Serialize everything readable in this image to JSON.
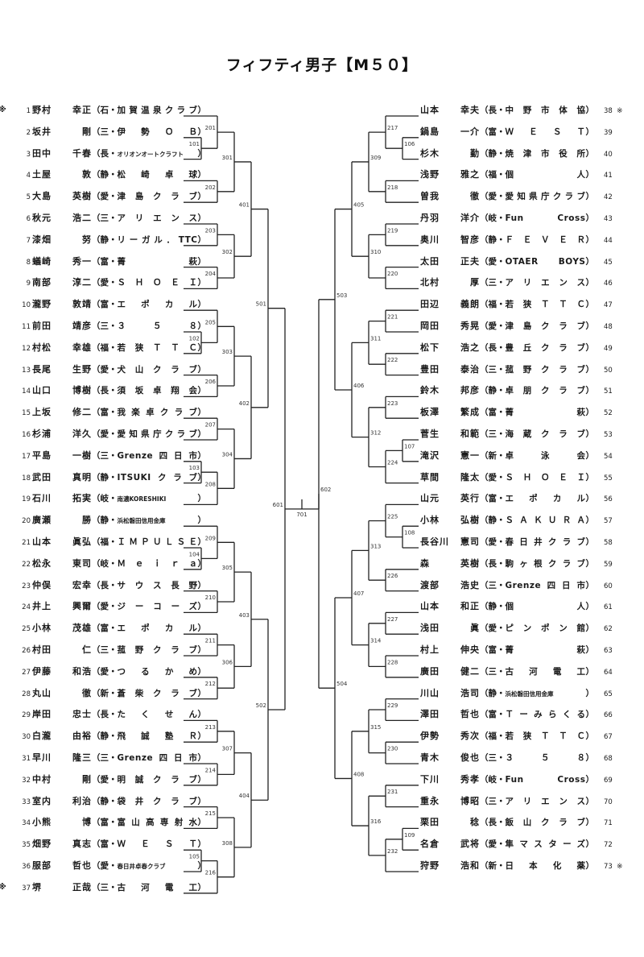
{
  "title": "フィフティ男子【M５０】",
  "left_players": [
    {
      "seed": "1",
      "family": "野村",
      "given": "幸正",
      "pref": "石",
      "club": "加賀温泉クラブ",
      "edge_mark": "※"
    },
    {
      "seed": "2",
      "family": "坂井",
      "given": "剛",
      "pref": "三",
      "club": "伊勢ＯＢ"
    },
    {
      "seed": "3",
      "family": "田中",
      "given": "千春",
      "pref": "長",
      "club": "オリオンオートクラフト",
      "small": true
    },
    {
      "seed": "4",
      "family": "土屋",
      "given": "敦",
      "pref": "静",
      "club": "松崎卓球"
    },
    {
      "seed": "5",
      "family": "大島",
      "given": "英樹",
      "pref": "愛",
      "club": "津島クラブ"
    },
    {
      "seed": "6",
      "family": "秋元",
      "given": "浩二",
      "pref": "三",
      "club": "アリエンス"
    },
    {
      "seed": "7",
      "family": "漆畑",
      "given": "努",
      "pref": "静",
      "club": "リーガル．TTC"
    },
    {
      "seed": "8",
      "family": "蟻崎",
      "given": "秀一",
      "pref": "富",
      "club": "菁萩"
    },
    {
      "seed": "9",
      "family": "南部",
      "given": "淳二",
      "pref": "愛",
      "club": "ＳＨＯＥＩ"
    },
    {
      "seed": "10",
      "family": "瀧野",
      "given": "敦靖",
      "pref": "富",
      "club": "エポカル"
    },
    {
      "seed": "11",
      "family": "前田",
      "given": "靖彦",
      "pref": "三",
      "club": "３５８"
    },
    {
      "seed": "12",
      "family": "村松",
      "given": "幸雄",
      "pref": "福",
      "club": "若狭ＴＴＣ"
    },
    {
      "seed": "13",
      "family": "長尾",
      "given": "生野",
      "pref": "愛",
      "club": "犬山クラブ"
    },
    {
      "seed": "14",
      "family": "山口",
      "given": "博樹",
      "pref": "長",
      "club": "須坂卓翔会"
    },
    {
      "seed": "15",
      "family": "上坂",
      "given": "修二",
      "pref": "富",
      "club": "我楽卓クラブ"
    },
    {
      "seed": "16",
      "family": "杉浦",
      "given": "洋久",
      "pref": "愛",
      "club": "愛知県庁クラブ"
    },
    {
      "seed": "17",
      "family": "平島",
      "given": "一樹",
      "pref": "三",
      "club": "Grenze四日市"
    },
    {
      "seed": "18",
      "family": "武田",
      "given": "真明",
      "pref": "静",
      "club": "ITSUKIクラブ"
    },
    {
      "seed": "19",
      "family": "石川",
      "given": "拓実",
      "pref": "岐",
      "club": "南濃KORESHIKI",
      "small": true
    },
    {
      "seed": "20",
      "family": "廣瀬",
      "given": "勝",
      "pref": "静",
      "club": "浜松磐田信用金庫",
      "small": true
    },
    {
      "seed": "21",
      "family": "山本",
      "given": "眞弘",
      "pref": "福",
      "club": "ＩＭＰＵＬＳＥ"
    },
    {
      "seed": "22",
      "family": "松永",
      "given": "東司",
      "pref": "岐",
      "club": "Ｍｅｉｒａ"
    },
    {
      "seed": "23",
      "family": "仲俣",
      "given": "宏幸",
      "pref": "長",
      "club": "サウス長野"
    },
    {
      "seed": "24",
      "family": "井上",
      "given": "興爾",
      "pref": "愛",
      "club": "ジーコーズ"
    },
    {
      "seed": "25",
      "family": "小林",
      "given": "茂雄",
      "pref": "富",
      "club": "エポカル"
    },
    {
      "seed": "26",
      "family": "村田",
      "given": "仁",
      "pref": "三",
      "club": "菰野クラブ"
    },
    {
      "seed": "27",
      "family": "伊藤",
      "given": "和浩",
      "pref": "愛",
      "club": "つるかめ"
    },
    {
      "seed": "28",
      "family": "丸山",
      "given": "徹",
      "pref": "新",
      "club": "蒼柴クラブ"
    },
    {
      "seed": "29",
      "family": "岸田",
      "given": "忠士",
      "pref": "長",
      "club": "たくせん"
    },
    {
      "seed": "30",
      "family": "白瀧",
      "given": "由裕",
      "pref": "静",
      "club": "飛誠塾Ｒ"
    },
    {
      "seed": "31",
      "family": "早川",
      "given": "隆三",
      "pref": "三",
      "club": "Grenze四日市"
    },
    {
      "seed": "32",
      "family": "中村",
      "given": "剛",
      "pref": "愛",
      "club": "明誠クラブ"
    },
    {
      "seed": "33",
      "family": "室内",
      "given": "利治",
      "pref": "静",
      "club": "袋井クラブ"
    },
    {
      "seed": "34",
      "family": "小熊",
      "given": "博",
      "pref": "富",
      "club": "富山高専射水"
    },
    {
      "seed": "35",
      "family": "畑野",
      "given": "真志",
      "pref": "富",
      "club": "ＷＥＳＴ"
    },
    {
      "seed": "36",
      "family": "服部",
      "given": "哲也",
      "pref": "愛",
      "club": "春日井卓春クラブ",
      "small": true
    },
    {
      "seed": "37",
      "family": "堺",
      "given": "正哉",
      "pref": "三",
      "club": "古河電工",
      "edge_mark": "※"
    }
  ],
  "right_players": [
    {
      "seed": "38",
      "family": "山本",
      "given": "幸夫",
      "pref": "長",
      "club": "中野市体協",
      "mark": "※"
    },
    {
      "seed": "39",
      "family": "鍋島",
      "given": "一介",
      "pref": "富",
      "club": "ＷＥＳＴ"
    },
    {
      "seed": "40",
      "family": "杉木",
      "given": "勤",
      "pref": "静",
      "club": "焼津市役所"
    },
    {
      "seed": "41",
      "family": "浅野",
      "given": "雅之",
      "pref": "福",
      "club": "個人"
    },
    {
      "seed": "42",
      "family": "曽我",
      "given": "徹",
      "pref": "愛",
      "club": "愛知県庁クラブ"
    },
    {
      "seed": "43",
      "family": "丹羽",
      "given": "洋介",
      "pref": "岐",
      "club": "Fun Cross"
    },
    {
      "seed": "44",
      "family": "奥川",
      "given": "智彦",
      "pref": "静",
      "club": "ＦＥＶＥＲ"
    },
    {
      "seed": "45",
      "family": "太田",
      "given": "正夫",
      "pref": "愛",
      "club": "OTAER BOYS"
    },
    {
      "seed": "46",
      "family": "北村",
      "given": "厚",
      "pref": "三",
      "club": "アリエンス"
    },
    {
      "seed": "47",
      "family": "田辺",
      "given": "義朗",
      "pref": "福",
      "club": "若狭ＴＴＣ"
    },
    {
      "seed": "48",
      "family": "岡田",
      "given": "秀晃",
      "pref": "愛",
      "club": "津島クラブ"
    },
    {
      "seed": "49",
      "family": "松下",
      "given": "浩之",
      "pref": "長",
      "club": "豊丘クラブ"
    },
    {
      "seed": "50",
      "family": "豊田",
      "given": "泰治",
      "pref": "三",
      "club": "菰野クラブ"
    },
    {
      "seed": "51",
      "family": "鈴木",
      "given": "邦彦",
      "pref": "静",
      "club": "卓朋クラブ"
    },
    {
      "seed": "52",
      "family": "板澤",
      "given": "繁成",
      "pref": "富",
      "club": "菁萩"
    },
    {
      "seed": "53",
      "family": "菅生",
      "given": "和範",
      "pref": "三",
      "club": "海蔵クラブ"
    },
    {
      "seed": "54",
      "family": "滝沢",
      "given": "憲一",
      "pref": "新",
      "club": "卓泳会"
    },
    {
      "seed": "55",
      "family": "草間",
      "given": "隆太",
      "pref": "愛",
      "club": "ＳＨＯＥＩ"
    },
    {
      "seed": "56",
      "family": "山元",
      "given": "英行",
      "pref": "富",
      "club": "エポカル"
    },
    {
      "seed": "57",
      "family": "小林",
      "given": "弘樹",
      "pref": "静",
      "club": "ＳＡＫＵＲＡ"
    },
    {
      "seed": "58",
      "family": "長谷川",
      "given": "憲司",
      "pref": "愛",
      "club": "春日井クラブ"
    },
    {
      "seed": "59",
      "family": "森",
      "given": "英樹",
      "pref": "長",
      "club": "駒ヶ根クラブ"
    },
    {
      "seed": "60",
      "family": "渡部",
      "given": "浩史",
      "pref": "三",
      "club": "Grenze四日市"
    },
    {
      "seed": "61",
      "family": "山本",
      "given": "和正",
      "pref": "静",
      "club": "個人"
    },
    {
      "seed": "62",
      "family": "浅田",
      "given": "眞",
      "pref": "愛",
      "club": "ピンポン館"
    },
    {
      "seed": "63",
      "family": "村上",
      "given": "伸央",
      "pref": "富",
      "club": "菁萩"
    },
    {
      "seed": "64",
      "family": "廣田",
      "given": "健二",
      "pref": "三",
      "club": "古河電工"
    },
    {
      "seed": "65",
      "family": "川山",
      "given": "浩司",
      "pref": "静",
      "club": "浜松磐田信用金庫",
      "small": true
    },
    {
      "seed": "66",
      "family": "澤田",
      "given": "哲也",
      "pref": "富",
      "club": "Ｔーみらくる"
    },
    {
      "seed": "67",
      "family": "伊勢",
      "given": "秀次",
      "pref": "福",
      "club": "若狭ＴＴＣ"
    },
    {
      "seed": "68",
      "family": "青木",
      "given": "俊也",
      "pref": "三",
      "club": "３５８"
    },
    {
      "seed": "69",
      "family": "下川",
      "given": "秀孝",
      "pref": "岐",
      "club": "Fun Cross"
    },
    {
      "seed": "70",
      "family": "重永",
      "given": "博昭",
      "pref": "三",
      "club": "アリエンス"
    },
    {
      "seed": "71",
      "family": "栗田",
      "given": "稔",
      "pref": "長",
      "club": "飯山クラブ"
    },
    {
      "seed": "72",
      "family": "名倉",
      "given": "武将",
      "pref": "愛",
      "club": "隼マスターズ"
    },
    {
      "seed": "73",
      "family": "狩野",
      "given": "浩和",
      "pref": "新",
      "club": "日本化薬",
      "mark": "※"
    }
  ],
  "matches": {
    "left": [
      {
        "id": "101",
        "a": "p2",
        "b": "p3"
      },
      {
        "id": "102",
        "a": "p11",
        "b": "p12"
      },
      {
        "id": "103",
        "a": "p17",
        "b": "p18"
      },
      {
        "id": "104",
        "a": "p21",
        "b": "p22"
      },
      {
        "id": "105",
        "a": "p35",
        "b": "p36"
      },
      {
        "id": "201",
        "a": "p1",
        "b": "m101"
      },
      {
        "id": "202",
        "a": "p4",
        "b": "p5"
      },
      {
        "id": "203",
        "a": "p6",
        "b": "p7"
      },
      {
        "id": "204",
        "a": "p8",
        "b": "p9"
      },
      {
        "id": "205",
        "a": "p10",
        "b": "m102"
      },
      {
        "id": "206",
        "a": "p13",
        "b": "p14"
      },
      {
        "id": "207",
        "a": "p15",
        "b": "p16"
      },
      {
        "id": "208",
        "a": "m103",
        "b": "p19"
      },
      {
        "id": "209",
        "a": "p20",
        "b": "m104"
      },
      {
        "id": "210",
        "a": "p23",
        "b": "p24"
      },
      {
        "id": "211",
        "a": "p25",
        "b": "p26"
      },
      {
        "id": "212",
        "a": "p27",
        "b": "p28"
      },
      {
        "id": "213",
        "a": "p29",
        "b": "p30"
      },
      {
        "id": "214",
        "a": "p31",
        "b": "p32"
      },
      {
        "id": "215",
        "a": "p33",
        "b": "p34"
      },
      {
        "id": "216",
        "a": "m105",
        "b": "p37"
      },
      {
        "id": "301",
        "a": "m201",
        "b": "m202"
      },
      {
        "id": "302",
        "a": "m203",
        "b": "m204"
      },
      {
        "id": "303",
        "a": "m205",
        "b": "m206"
      },
      {
        "id": "304",
        "a": "m207",
        "b": "m208"
      },
      {
        "id": "305",
        "a": "m209",
        "b": "m210"
      },
      {
        "id": "306",
        "a": "m211",
        "b": "m212"
      },
      {
        "id": "307",
        "a": "m213",
        "b": "m214"
      },
      {
        "id": "308",
        "a": "m215",
        "b": "m216"
      },
      {
        "id": "401",
        "a": "m301",
        "b": "m302"
      },
      {
        "id": "402",
        "a": "m303",
        "b": "m304"
      },
      {
        "id": "403",
        "a": "m305",
        "b": "m306"
      },
      {
        "id": "404",
        "a": "m307",
        "b": "m308"
      },
      {
        "id": "501",
        "a": "m401",
        "b": "m402"
      },
      {
        "id": "502",
        "a": "m403",
        "b": "m404"
      },
      {
        "id": "601",
        "a": "m501",
        "b": "m502"
      }
    ],
    "right": [
      {
        "id": "106",
        "a": "p39",
        "b": "p40"
      },
      {
        "id": "107",
        "a": "p53",
        "b": "p54"
      },
      {
        "id": "108",
        "a": "p57",
        "b": "p58"
      },
      {
        "id": "109",
        "a": "p71",
        "b": "p72"
      },
      {
        "id": "217",
        "a": "p38",
        "b": "m106"
      },
      {
        "id": "218",
        "a": "p41",
        "b": "p42"
      },
      {
        "id": "219",
        "a": "p43",
        "b": "p44"
      },
      {
        "id": "220",
        "a": "p45",
        "b": "p46"
      },
      {
        "id": "221",
        "a": "p47",
        "b": "p48"
      },
      {
        "id": "222",
        "a": "p49",
        "b": "p50"
      },
      {
        "id": "223",
        "a": "p51",
        "b": "p52"
      },
      {
        "id": "224",
        "a": "m107",
        "b": "p55"
      },
      {
        "id": "225",
        "a": "p56",
        "b": "m108"
      },
      {
        "id": "226",
        "a": "p59",
        "b": "p60"
      },
      {
        "id": "227",
        "a": "p61",
        "b": "p62"
      },
      {
        "id": "228",
        "a": "p63",
        "b": "p64"
      },
      {
        "id": "229",
        "a": "p65",
        "b": "p66"
      },
      {
        "id": "230",
        "a": "p67",
        "b": "p68"
      },
      {
        "id": "231",
        "a": "p69",
        "b": "p70"
      },
      {
        "id": "232",
        "a": "m109",
        "b": "p73"
      },
      {
        "id": "309",
        "a": "m217",
        "b": "m218"
      },
      {
        "id": "310",
        "a": "m219",
        "b": "m220"
      },
      {
        "id": "311",
        "a": "m221",
        "b": "m222"
      },
      {
        "id": "312",
        "a": "m223",
        "b": "m224"
      },
      {
        "id": "313",
        "a": "m225",
        "b": "m226"
      },
      {
        "id": "314",
        "a": "m227",
        "b": "m228"
      },
      {
        "id": "315",
        "a": "m229",
        "b": "m230"
      },
      {
        "id": "316",
        "a": "m231",
        "b": "m232"
      },
      {
        "id": "405",
        "a": "m309",
        "b": "m310"
      },
      {
        "id": "406",
        "a": "m311",
        "b": "m312"
      },
      {
        "id": "407",
        "a": "m313",
        "b": "m314"
      },
      {
        "id": "408",
        "a": "m315",
        "b": "m316"
      },
      {
        "id": "503",
        "a": "m405",
        "b": "m406"
      },
      {
        "id": "504",
        "a": "m407",
        "b": "m408"
      },
      {
        "id": "602",
        "a": "m503",
        "b": "m504"
      }
    ],
    "final": {
      "id": "701",
      "a": "m601",
      "b": "m602"
    }
  }
}
